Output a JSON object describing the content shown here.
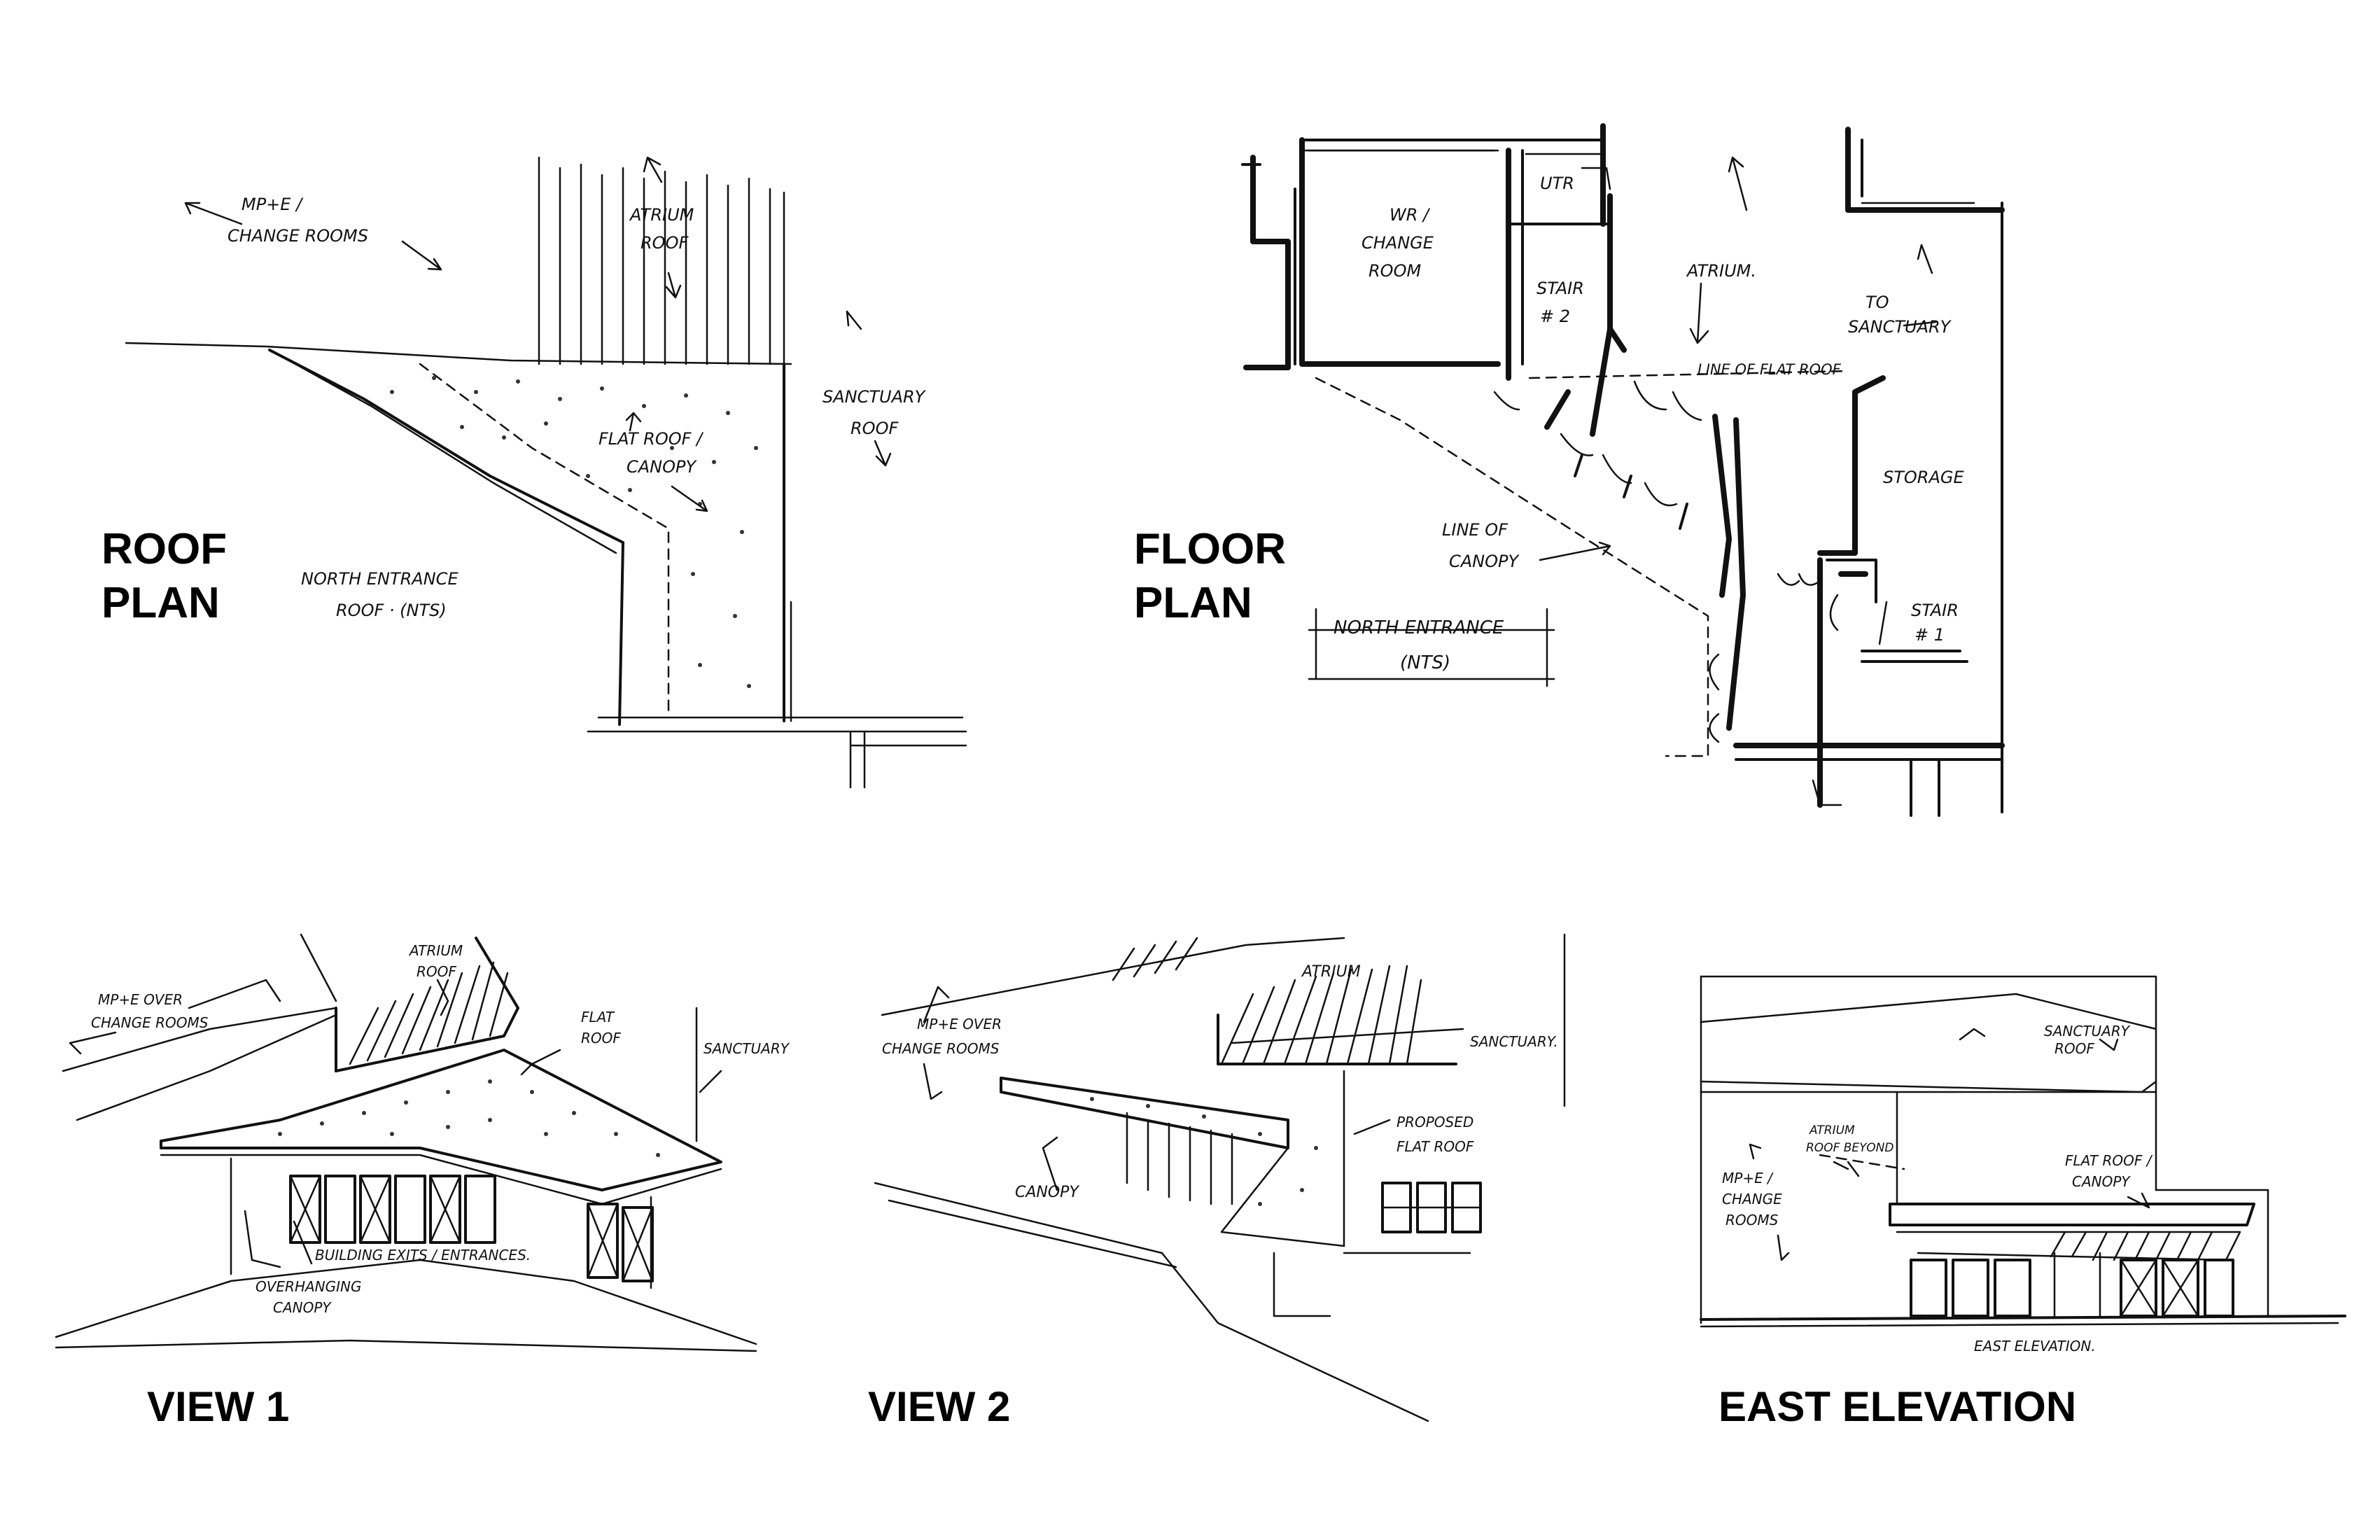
{
  "titles": {
    "roof_plan": [
      "ROOF",
      "PLAN"
    ],
    "floor_plan": [
      "FLOOR",
      "PLAN"
    ],
    "view1": "VIEW 1",
    "view2": "VIEW 2",
    "east_elevation": "EAST ELEVATION"
  },
  "roof_plan_notes": {
    "mpe": [
      "MP+E /",
      "CHANGE ROOMS"
    ],
    "atrium_roof": [
      "ATRIUM",
      "ROOF"
    ],
    "sanctuary_roof": [
      "SANCTUARY",
      "ROOF"
    ],
    "flat_roof": [
      "FLAT ROOF /",
      "CANOPY"
    ],
    "north_entrance": [
      "NORTH ENTRANCE",
      "ROOF · (NTS)"
    ]
  },
  "floor_plan_notes": {
    "wr": [
      "WR /",
      "CHANGE",
      "ROOM"
    ],
    "utr": "UTR",
    "stair2": [
      "STAIR",
      "# 2"
    ],
    "atrium": "ATRIUM.",
    "to_sanctuary": [
      "TO",
      "SANCTUARY"
    ],
    "line_flat_roof": "LINE OF FLAT ROOF",
    "storage": "STORAGE",
    "line_canopy": [
      "LINE OF",
      "CANOPY"
    ],
    "stair1": [
      "STAIR",
      "# 1"
    ],
    "north_entrance": [
      "NORTH ENTRANCE",
      "(NTS)"
    ]
  },
  "view1_notes": {
    "atrium_roof": [
      "ATRIUM",
      "ROOF"
    ],
    "mpe": [
      "MP+E OVER",
      "CHANGE ROOMS"
    ],
    "flat_roof": [
      "FLAT",
      "ROOF"
    ],
    "sanctuary": "SANCTUARY",
    "exits": "BUILDING EXITS / ENTRANCES.",
    "canopy": [
      "OVERHANGING",
      "CANOPY"
    ]
  },
  "view2_notes": {
    "atrium": "ATRIUM",
    "mpe": [
      "MP+E OVER",
      "CHANGE ROOMS"
    ],
    "sanctuary": "SANCTUARY.",
    "proposed": [
      "PROPOSED",
      "FLAT ROOF"
    ],
    "canopy": "CANOPY"
  },
  "elevation_notes": {
    "sanctuary_roof": [
      "SANCTUARY",
      "ROOF"
    ],
    "atrium_beyond": [
      "ATRIUM",
      "ROOF BEYOND"
    ],
    "mpe": [
      "MP+E /",
      "CHANGE",
      "ROOMS"
    ],
    "flat_roof": [
      "FLAT ROOF /",
      "CANOPY"
    ],
    "caption": "EAST ELEVATION."
  }
}
